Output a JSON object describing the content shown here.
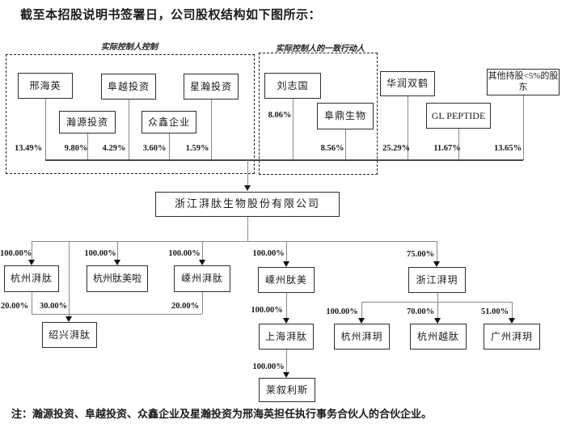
{
  "page": {
    "title": "截至本招股说明书签署日，公司股权结构如下图所示：",
    "note": "注：瀚源投资、阜越投资、众鑫企业及星瀚投资为邢海英担任执行事务合伙人的合伙企业。"
  },
  "groups": {
    "controller_label": "实际控制人控制",
    "concert_label": "实际控制人的一致行动人"
  },
  "company": {
    "name": "浙江湃肽生物股份有限公司"
  },
  "shareholders": [
    {
      "name": "邢海英",
      "pct": "13.49%"
    },
    {
      "name": "瀚源投资",
      "pct": "9.80%"
    },
    {
      "name": "阜越投资",
      "pct": "4.29%"
    },
    {
      "name": "众鑫企业",
      "pct": "3.60%"
    },
    {
      "name": "星瀚投资",
      "pct": "1.59%"
    },
    {
      "name": "刘志国",
      "pct": "8.06%"
    },
    {
      "name": "阜鼎生物",
      "pct": "8.56%"
    },
    {
      "name": "华润双鹤",
      "pct": "25.29%"
    },
    {
      "name": "GL PEPTIDE",
      "pct": "11.67%"
    },
    {
      "name": "其他持股<5%的股东",
      "pct": "13.65%"
    }
  ],
  "subs": {
    "row1": [
      {
        "name": "杭州湃肽",
        "pct": "100.00%"
      },
      {
        "name": "杭州肽美啦",
        "pct": "100.00%"
      },
      {
        "name": "嵊州湃肽",
        "pct": "100.00%"
      },
      {
        "name": "嵊州肽美",
        "pct": "100.00%"
      },
      {
        "name": "浙江湃玥",
        "pct": "75.00%"
      }
    ],
    "shaoxing": {
      "name": "绍兴湃肽",
      "pct_from_hangzhou_paitai": "20.00%",
      "pct_from_company": "30.00%",
      "pct_from_shengzhou_paitai": "20.00%"
    },
    "shanghai": {
      "name": "上海湃肽",
      "pct": "100.00%"
    },
    "laixulisi": {
      "name": "莱叙利斯",
      "pct": "100.00%"
    },
    "paiyue_children": [
      {
        "name": "杭州湃玥",
        "pct": "100.00%"
      },
      {
        "name": "杭州越肽",
        "pct": "70.00%"
      },
      {
        "name": "广州湃玥",
        "pct": "51.00%"
      }
    ]
  }
}
